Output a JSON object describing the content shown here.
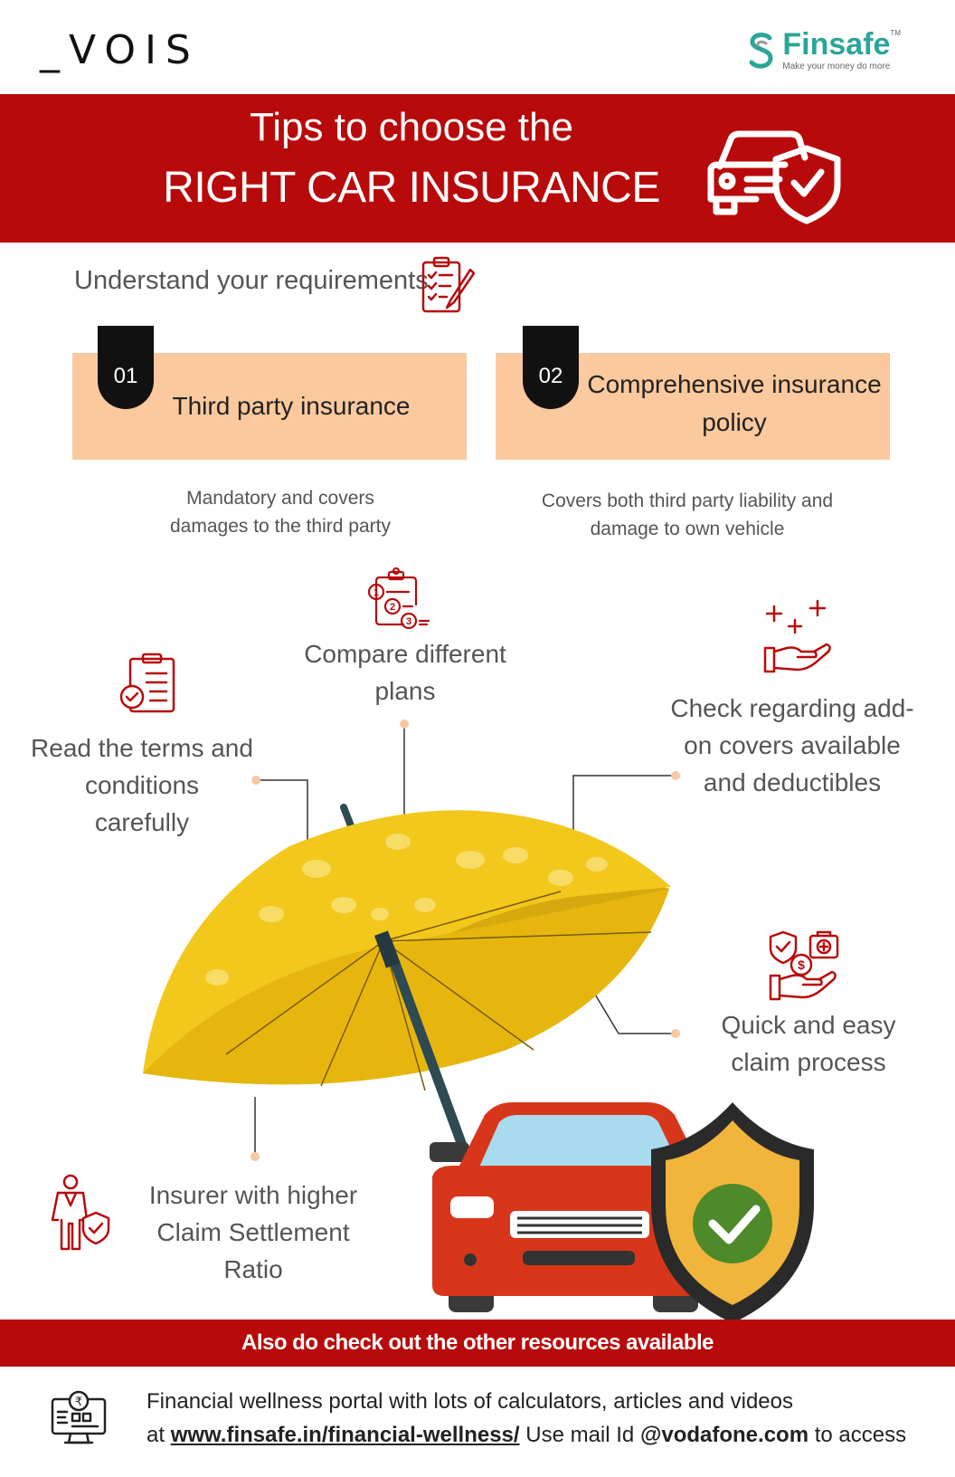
{
  "header": {
    "vois_logo": "_VOIS",
    "finsafe_name": "Finsafe",
    "finsafe_tagline": "Make your money do more",
    "finsafe_tm": "TM"
  },
  "banner": {
    "line1": "Tips to choose the",
    "line2": "RIGHT CAR INSURANCE",
    "icon": "car-shield-icon"
  },
  "requirements": {
    "title": "Understand your requirements",
    "options": [
      {
        "number": "01",
        "label": "Third party insurance",
        "description": [
          "Mandatory and covers",
          "damages to the third party"
        ]
      },
      {
        "number": "02",
        "label": [
          "Comprehensive insurance",
          "policy"
        ],
        "description": [
          "Covers both third party liability and",
          "damage to own vehicle"
        ]
      }
    ]
  },
  "tips": {
    "compare": [
      "Compare different",
      "plans"
    ],
    "read_terms": [
      "Read the terms and",
      "conditions",
      "carefully"
    ],
    "addons": [
      "Check regarding add-",
      "on covers available",
      "and deductibles"
    ],
    "claim": [
      "Quick and easy",
      "claim process"
    ],
    "insurer": [
      "Insurer with higher",
      "Claim Settlement",
      "Ratio"
    ]
  },
  "footer": {
    "bar_text": "Also do check out the other resources available",
    "line1": "Financial wellness portal with lots of calculators, articles and videos",
    "line2_prefix": "at",
    "url": "www.finsafe.in/financial-wellness/",
    "mid": "Use mail Id",
    "email": "@vodafone.com",
    "suffix": "to access"
  },
  "colors": {
    "brand_red": "#b80a0a",
    "card_peach": "#fbc99d",
    "finsafe_teal": "#2aa59a",
    "umbrella_yellow": "#f2c81c",
    "car_red": "#d8361b",
    "shield_gold": "#f1b53b",
    "check_green": "#4f8a2a"
  }
}
